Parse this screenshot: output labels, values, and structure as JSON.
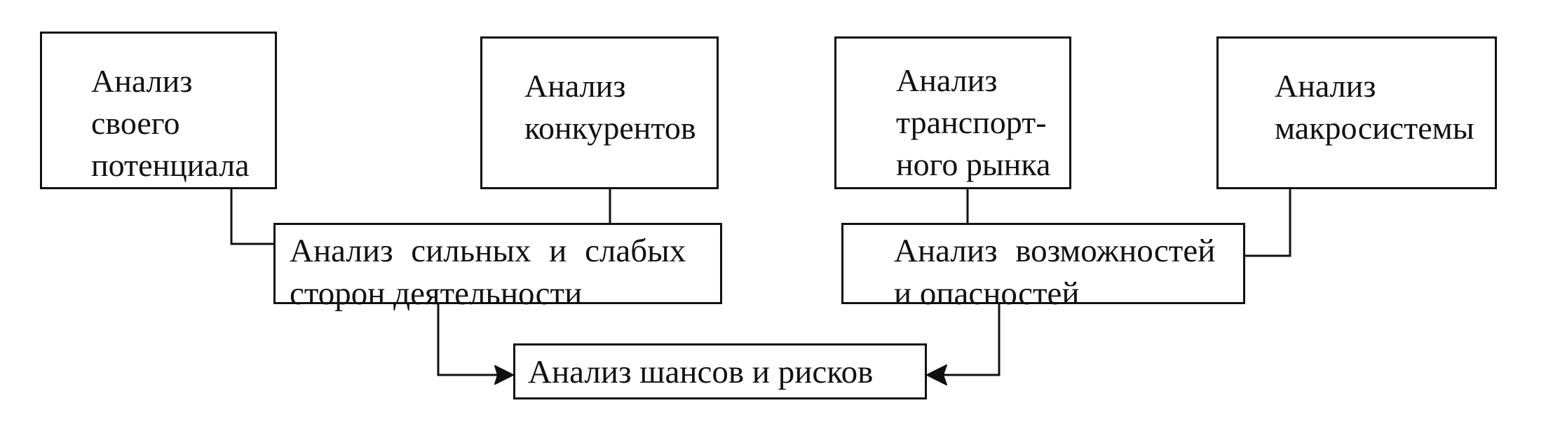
{
  "boxes": {
    "own_potential": {
      "lines": [
        "Анализ",
        "своего",
        "потенциала"
      ]
    },
    "competitors": {
      "lines": [
        "Анализ",
        "конкурентов"
      ]
    },
    "transport_market": {
      "lines": [
        "Анализ",
        "транспорт-",
        "ного рынка"
      ]
    },
    "macrosystem": {
      "lines": [
        "Анализ",
        "макросистемы"
      ]
    },
    "strengths_weaknesses": {
      "lines": [
        "Анализ сильных и слабых",
        "сторон деятельности"
      ]
    },
    "opportunities_threats": {
      "lines": [
        "Анализ возможностей",
        "и опасностей"
      ]
    },
    "chances_risks": {
      "lines": [
        "Анализ шансов и рисков"
      ]
    }
  }
}
